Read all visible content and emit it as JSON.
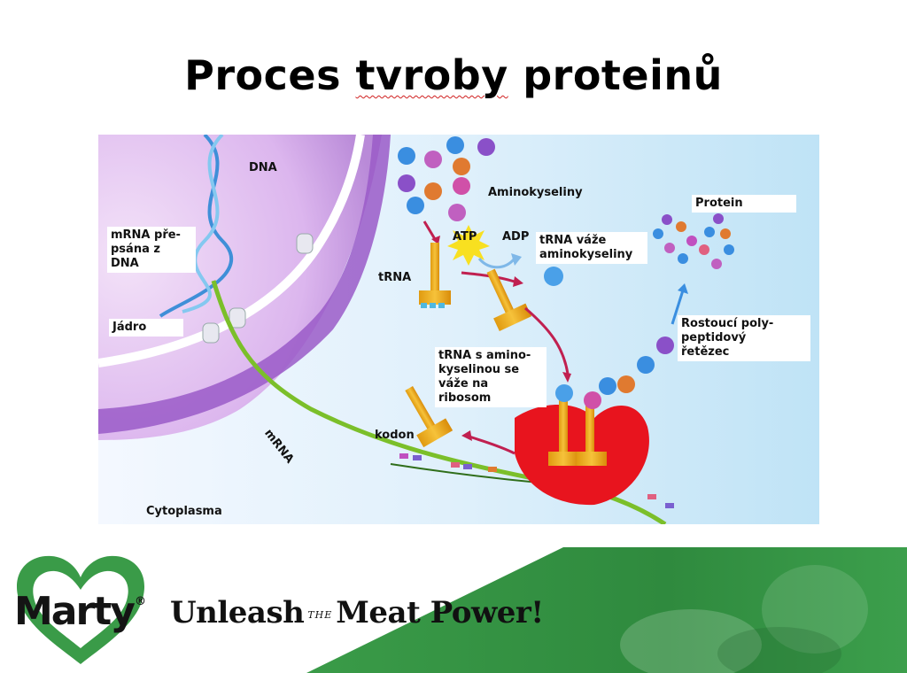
{
  "slide": {
    "title_part1": "Proces ",
    "title_part2": "tvroby",
    "title_part3": " proteinů"
  },
  "diagram": {
    "labels": {
      "dna": "DNA",
      "mrna_transcribed": [
        "mRNA pře-",
        "psána z",
        "DNA"
      ],
      "nucleus": "Jádro",
      "amino_acids": "Aminokyseliny",
      "atp": "ATP",
      "adp": "ADP",
      "trna_binds": [
        "tRNA váže",
        "aminokyseliny"
      ],
      "trna": "tRNA",
      "protein": "Protein",
      "growing_chain": [
        "Rostoucí poly-",
        "peptidový",
        "řetězec"
      ],
      "trna_ribosome": [
        "tRNA s amino-",
        "kyselinou se",
        "váže na",
        "ribosom"
      ],
      "codon": "kodon",
      "mrna": "mRNA",
      "cytoplasm": "Cytoplasma"
    }
  },
  "footer": {
    "brand": "Marty",
    "registered": "®",
    "slogan_left": "Unleash",
    "slogan_the": "THE",
    "slogan_right": "Meat Power!",
    "colors": {
      "brand_green": "#3a9b48",
      "dark_green": "#2b6e35"
    }
  }
}
